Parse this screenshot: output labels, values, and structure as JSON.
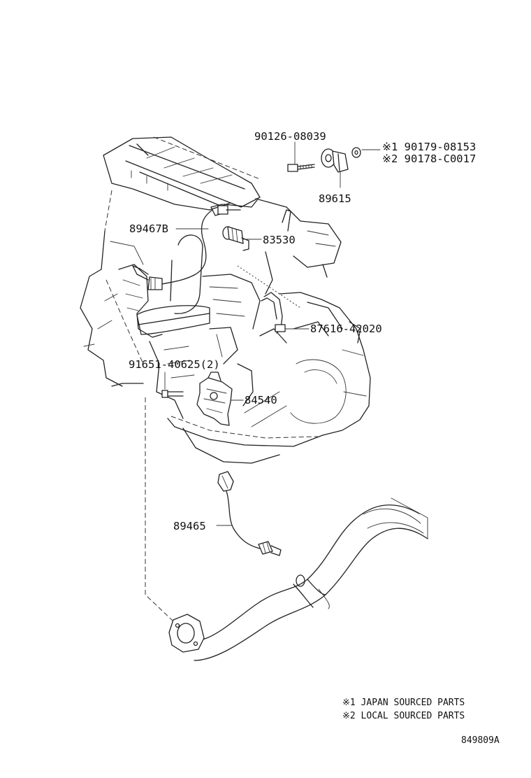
{
  "parts": {
    "p1": "90126-08039",
    "p2a": "※1 90179-08153",
    "p2b": "※2 90178-C0017",
    "p3": "89615",
    "p4": "89467B",
    "p5": "83530",
    "p6": "87616-42020",
    "p7": "91651-40625(2)",
    "p8": "84540",
    "p9": "89465"
  },
  "notes": {
    "n1": "※1 JAPAN SOURCED PARTS",
    "n2": "※2 LOCAL SOURCED PARTS"
  },
  "figure_code": "849809A"
}
